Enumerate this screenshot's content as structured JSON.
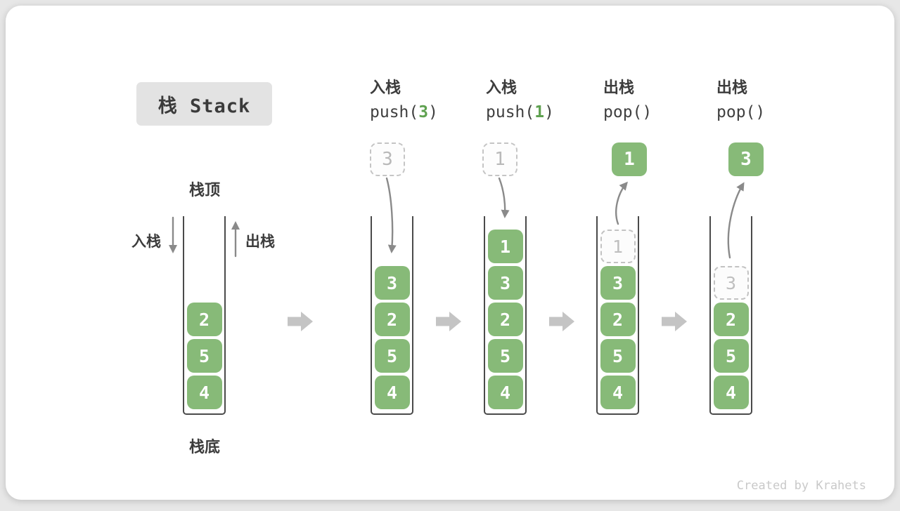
{
  "title": "栈 Stack",
  "watermark": "Created by Krahets",
  "stack_labels": {
    "top": "栈顶",
    "bottom": "栈底",
    "push_side": "入栈",
    "pop_side": "出栈"
  },
  "columns": [
    {
      "label": "入栈",
      "code_pre": "push(",
      "code_arg": "3",
      "code_post": ")",
      "float_value": "3",
      "float_style": "dashed"
    },
    {
      "label": "入栈",
      "code_pre": "push(",
      "code_arg": "1",
      "code_post": ")",
      "float_value": "1",
      "float_style": "dashed"
    },
    {
      "label": "出栈",
      "code_pre": "pop(",
      "code_arg": "",
      "code_post": ")",
      "float_value": "1",
      "float_style": "solid"
    },
    {
      "label": "出栈",
      "code_pre": "pop(",
      "code_arg": "",
      "code_post": ")",
      "float_value": "3",
      "float_style": "solid"
    }
  ],
  "stacks": [
    {
      "name": "initial",
      "cells": [
        {
          "value": "2"
        },
        {
          "value": "5"
        },
        {
          "value": "4"
        }
      ]
    },
    {
      "name": "after-push-3",
      "cells": [
        {
          "value": "3"
        },
        {
          "value": "2"
        },
        {
          "value": "5"
        },
        {
          "value": "4"
        }
      ]
    },
    {
      "name": "after-push-1",
      "cells": [
        {
          "value": "1"
        },
        {
          "value": "3"
        },
        {
          "value": "2"
        },
        {
          "value": "5"
        },
        {
          "value": "4"
        }
      ]
    },
    {
      "name": "after-pop-1",
      "cells": [
        {
          "value": "1",
          "ghost": true
        },
        {
          "value": "3"
        },
        {
          "value": "2"
        },
        {
          "value": "5"
        },
        {
          "value": "4"
        }
      ]
    },
    {
      "name": "after-pop-3",
      "cells": [
        {
          "value": "3",
          "ghost": true
        },
        {
          "value": "2"
        },
        {
          "value": "5"
        },
        {
          "value": "4"
        }
      ]
    }
  ],
  "colors": {
    "cell_green": "#87ba78",
    "code_arg_green": "#5fa150",
    "thin_arrow_gray": "#8a8a8a",
    "block_arrow_gray": "#c4c4c4",
    "title_badge_bg": "#e3e3e3"
  }
}
